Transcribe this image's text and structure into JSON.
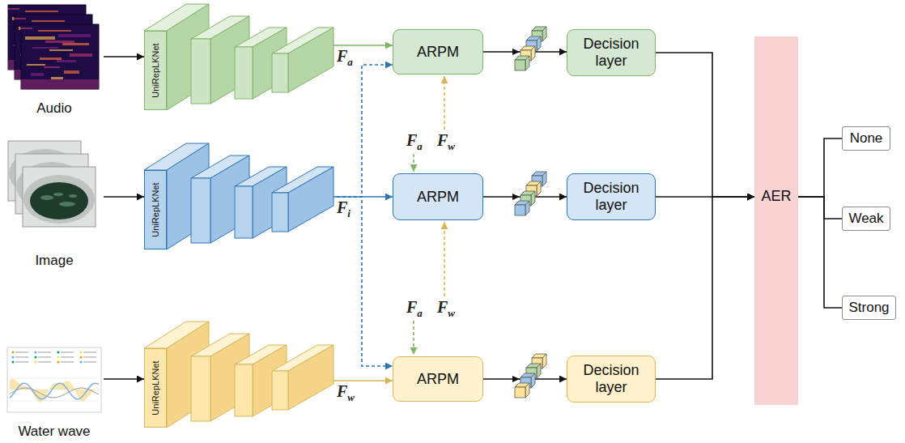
{
  "diagram": {
    "nodes": [
      {
        "text": [
          "Audio"
        ]
      },
      {
        "text": [
          "UniRepLKNet"
        ]
      },
      {
        "text": [
          "ARPM"
        ]
      },
      {
        "text": [
          "Decision layer"
        ]
      },
      {
        "text": [
          "Image"
        ]
      },
      {
        "text": [
          "UniRepLKNet"
        ]
      },
      {
        "text": [
          "ARPM"
        ]
      },
      {
        "text": [
          "Decision layer"
        ]
      },
      {
        "text": [
          "Water wave"
        ]
      },
      {
        "text": [
          "UniRepLKNet"
        ]
      },
      {
        "text": [
          "ARPM"
        ]
      },
      {
        "text": [
          "Decision layer"
        ]
      },
      {
        "text": [
          "AER"
        ]
      },
      {
        "text": [
          "None"
        ]
      },
      {
        "text": [
          "Weak"
        ]
      },
      {
        "text": [
          "Strong"
        ]
      }
    ],
    "edges": [
      {
        "from": 0,
        "to": 1,
        "arrow": "to"
      },
      {
        "from": 4,
        "to": 5,
        "arrow": "to"
      },
      {
        "from": 8,
        "to": 9,
        "arrow": "to"
      },
      {
        "from": 1,
        "to": 2,
        "label": "Fa",
        "arrow": "to"
      },
      {
        "from": 5,
        "to": 6,
        "label": "Fi",
        "arrow": "to"
      },
      {
        "from": 9,
        "to": 10,
        "label": "Fw",
        "arrow": "to"
      },
      {
        "from": 5,
        "to": 2,
        "arrow": "to"
      },
      {
        "from": 5,
        "to": 10,
        "arrow": "to"
      },
      {
        "from": 2,
        "to": 3,
        "arrow": "to"
      },
      {
        "from": 6,
        "to": 7,
        "arrow": "to"
      },
      {
        "from": 10,
        "to": 11,
        "arrow": "to"
      },
      {
        "from": 3,
        "to": 12,
        "arrow": "to"
      },
      {
        "from": 7,
        "to": 12,
        "arrow": "to"
      },
      {
        "from": 11,
        "to": 12,
        "arrow": "to"
      },
      {
        "from": 12,
        "to": 13,
        "arrow": "none"
      },
      {
        "from": 12,
        "to": 14,
        "arrow": "none"
      },
      {
        "from": 12,
        "to": 15,
        "arrow": "none"
      }
    ],
    "labels": [
      "Fa",
      "Fw",
      "Fa",
      "Fw"
    ]
  }
}
